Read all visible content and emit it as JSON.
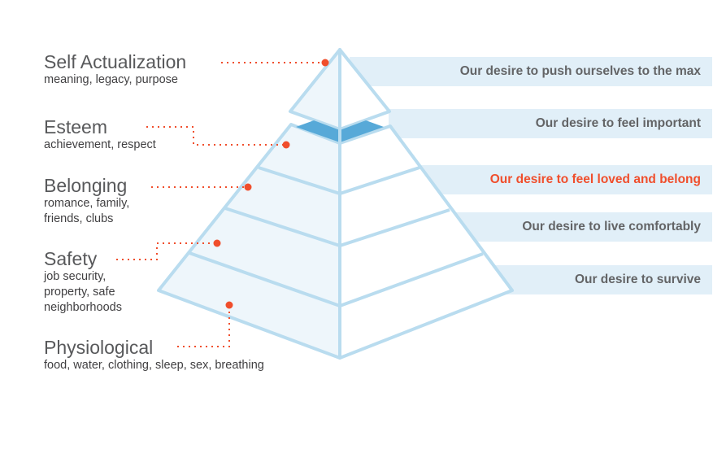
{
  "levels": [
    {
      "title": "Self Actualization",
      "subtitle": "meaning, legacy, purpose",
      "desire": "Our desire to push ourselves to the max",
      "highlighted": false
    },
    {
      "title": "Esteem",
      "subtitle": "achievement, respect",
      "desire": "Our desire to feel important",
      "highlighted": false
    },
    {
      "title": "Belonging",
      "subtitle": "romance, family, friends, clubs",
      "desire": "Our desire to feel loved and belong",
      "highlighted": true
    },
    {
      "title": "Safety",
      "subtitle": "job security, property, safe neighborhoods",
      "desire": "Our desire to live comfortably",
      "highlighted": false
    },
    {
      "title": "Physiological",
      "subtitle": "food, water, clothing, sleep, sex, breathing",
      "desire": "Our desire to survive",
      "highlighted": false
    }
  ],
  "colors": {
    "accent": "#f04e2c",
    "stroke": "#b9dcef",
    "band": "#e1eff8",
    "dark": "#57a9d8",
    "fill": "#eef6fb"
  }
}
